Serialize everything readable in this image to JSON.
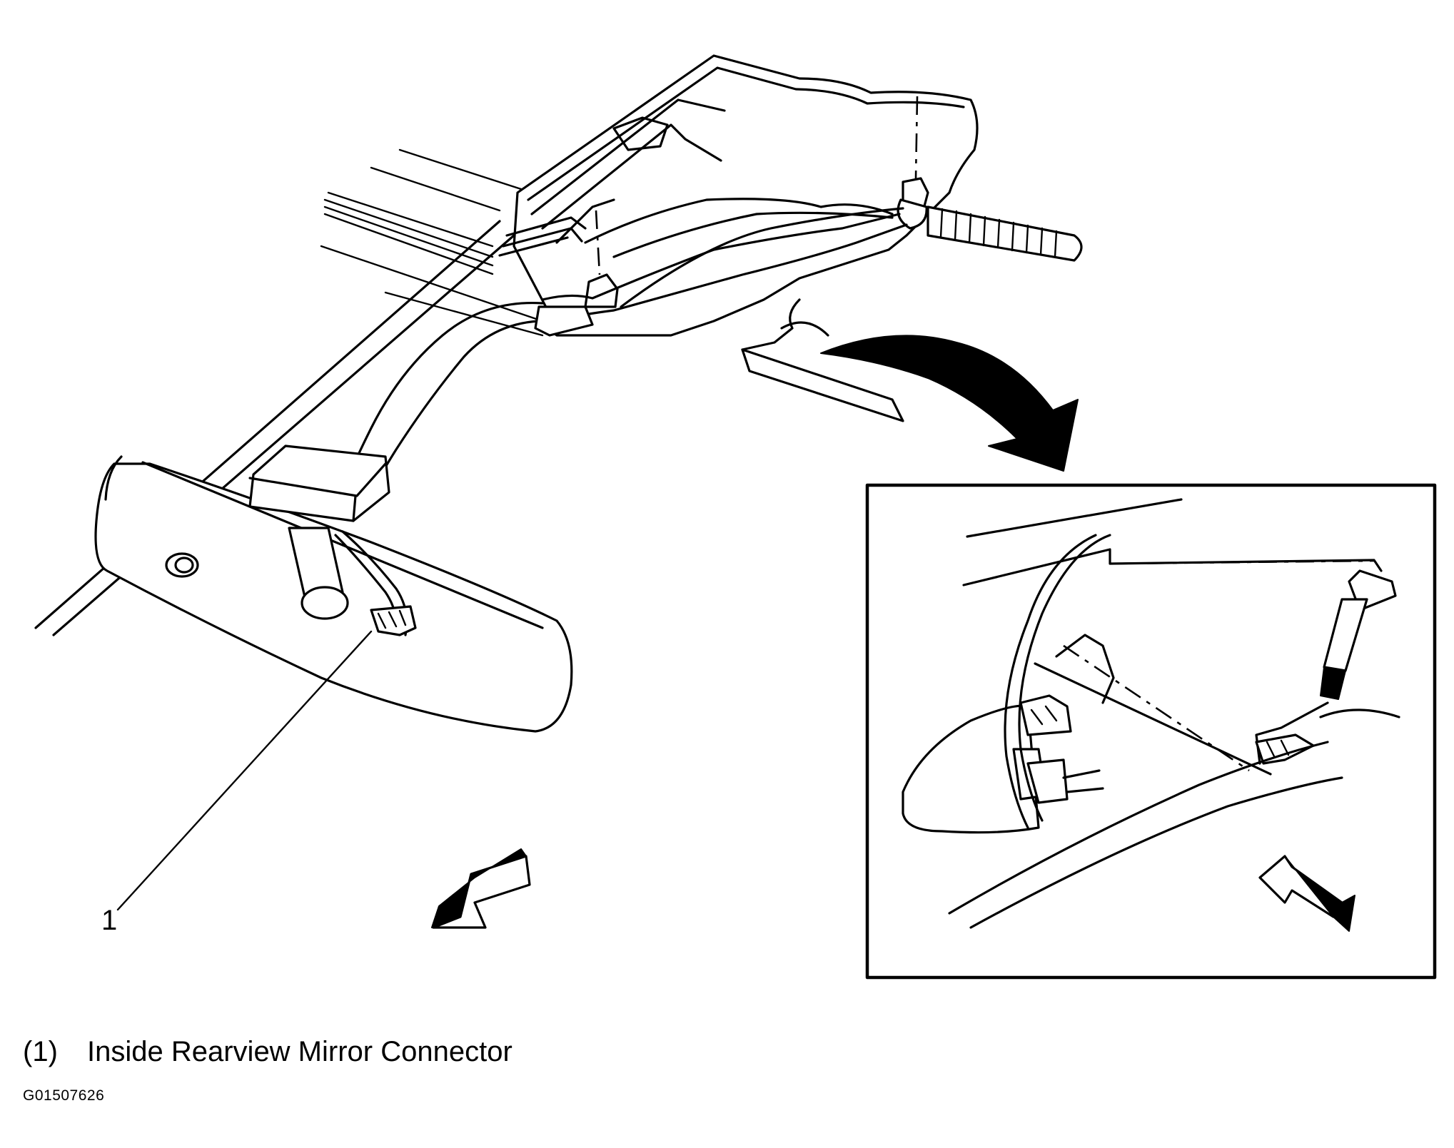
{
  "callout": {
    "number": "1"
  },
  "legend": {
    "number": "(1)",
    "label": "Inside Rearview Mirror Connector"
  },
  "figure_id": "G01507626",
  "icons": {
    "mirror": "rearview-mirror-assembly",
    "detail": "connector-detail-inset",
    "forward_arrow": "front-of-vehicle-arrow",
    "pointer": "curved-pointer-arrow"
  }
}
